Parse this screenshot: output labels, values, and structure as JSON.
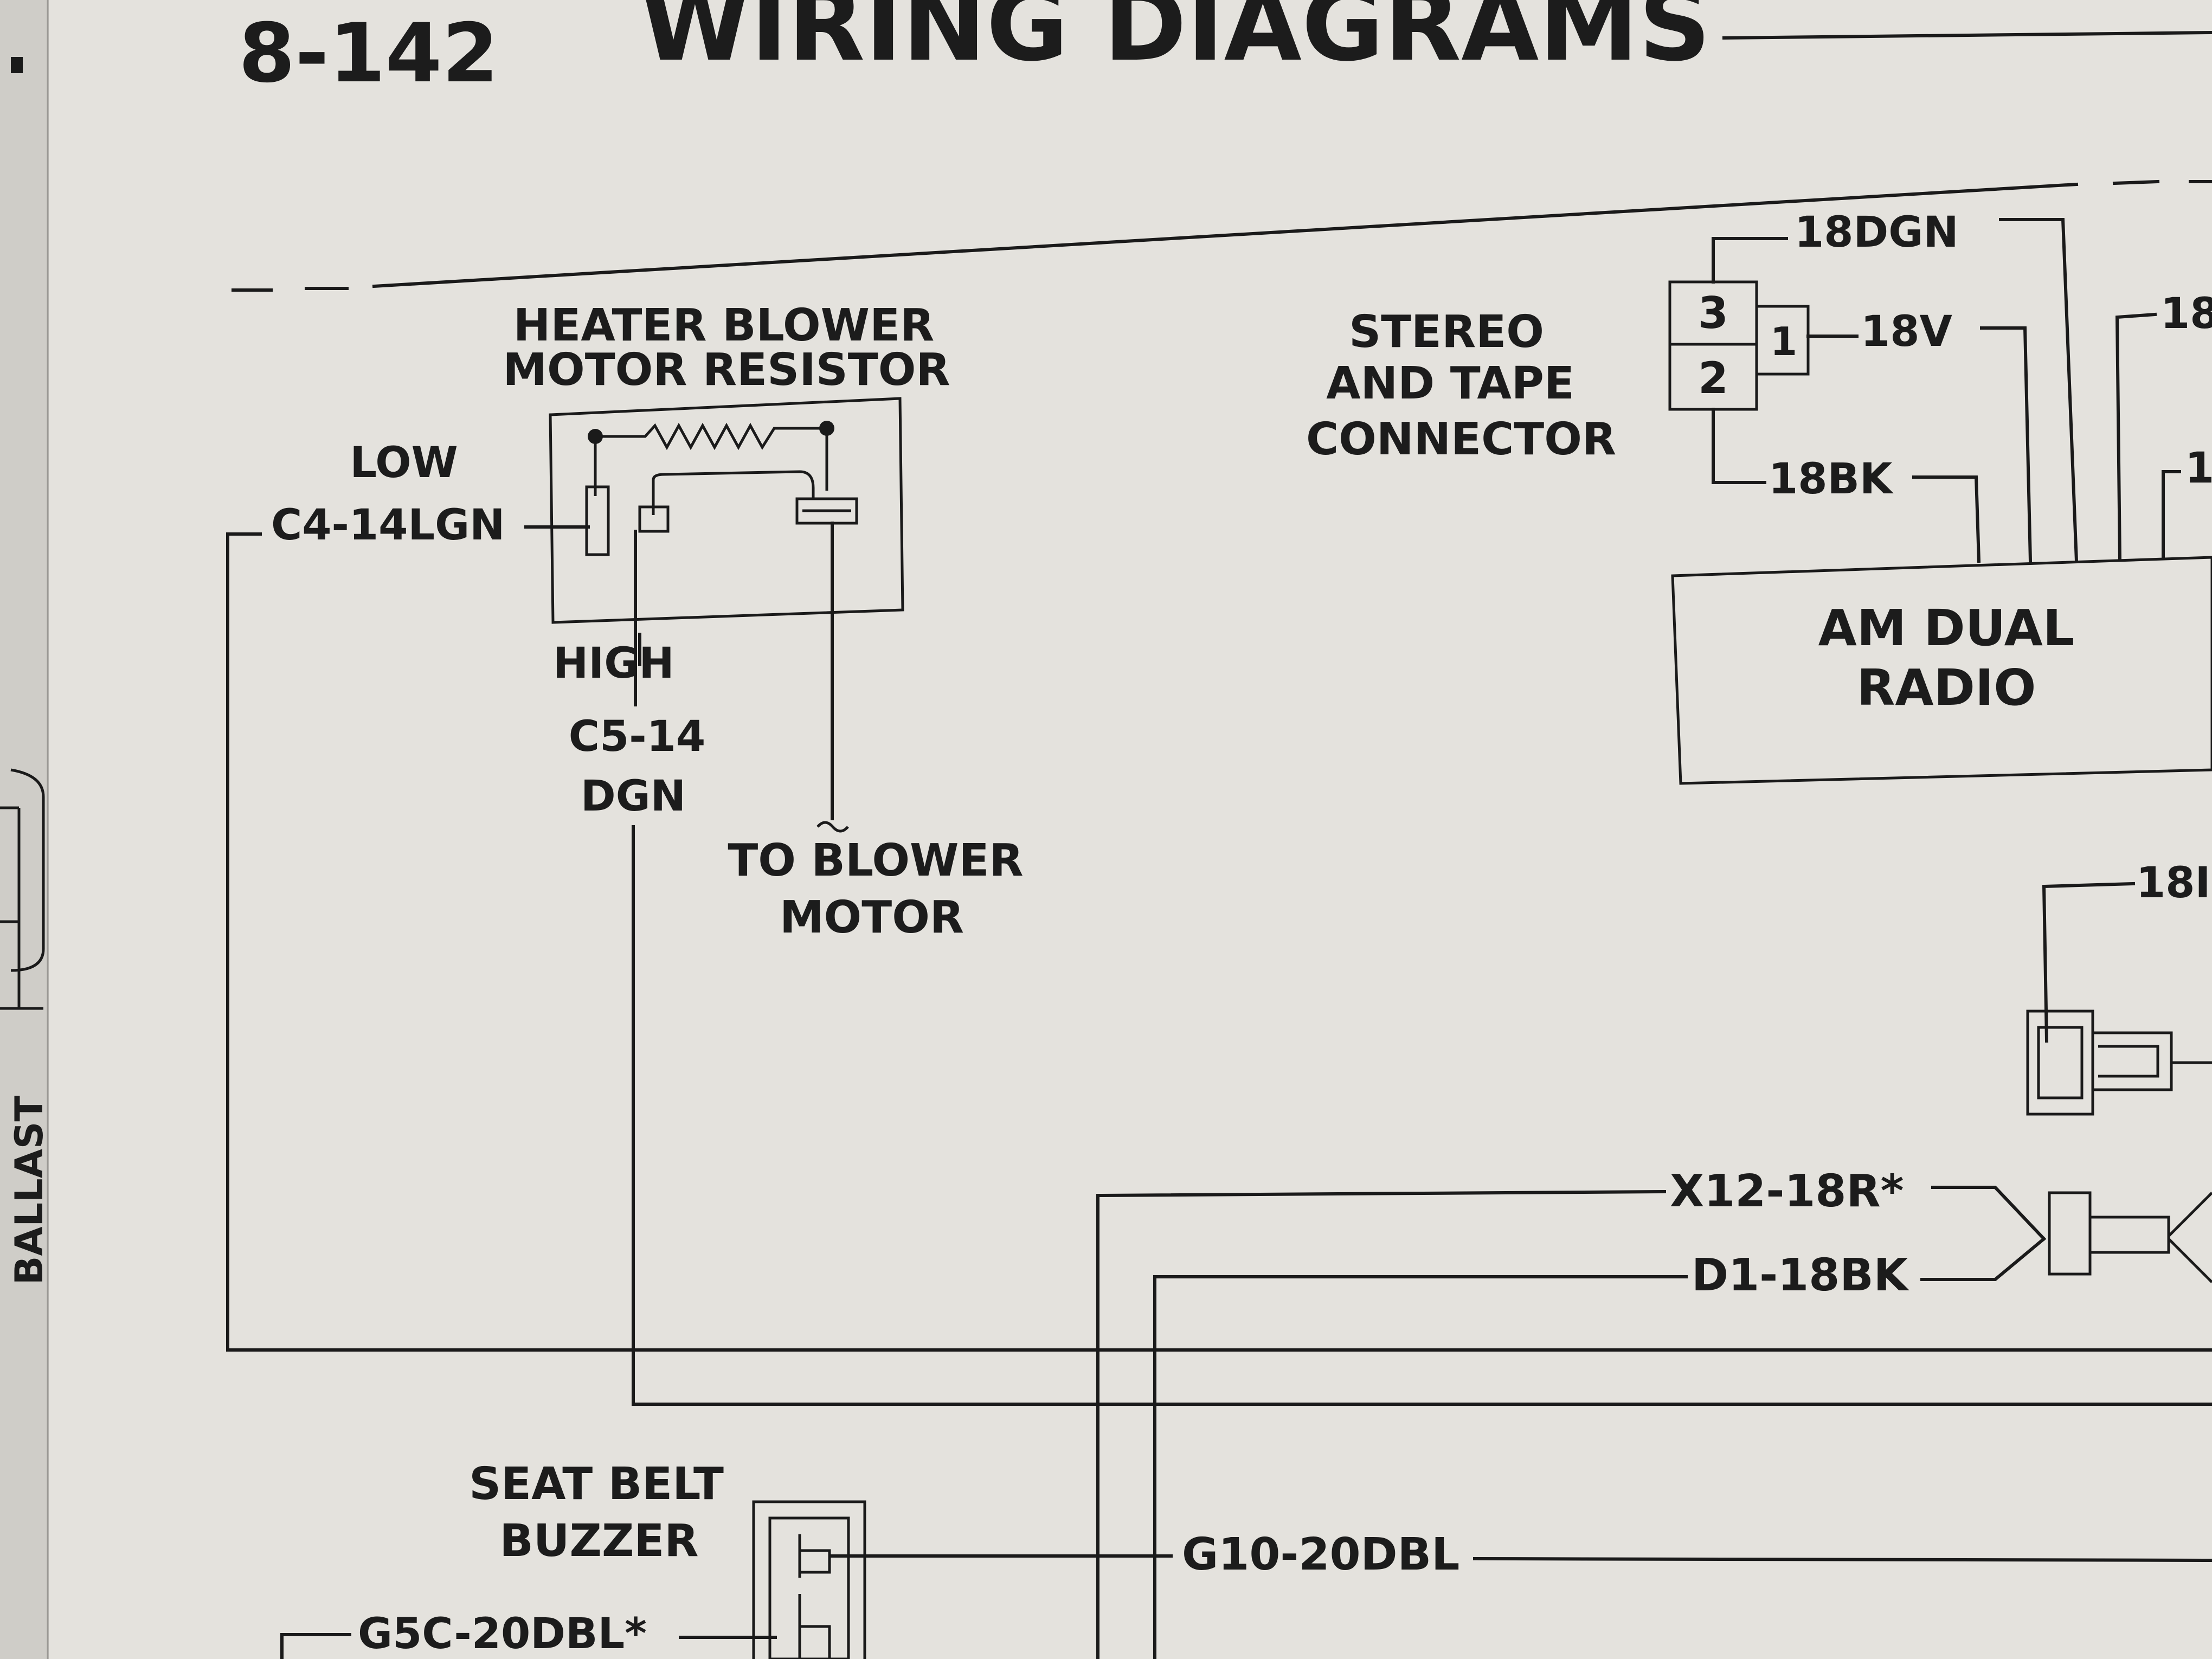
{
  "page": {
    "number": "8-142",
    "title": "WIRING DIAGRAMS"
  },
  "side_label": "BALLAST",
  "components": {
    "heater_resistor": {
      "title_line1": "HEATER BLOWER",
      "title_line2": "MOTOR RESISTOR"
    },
    "stereo_connector": {
      "line1": "STEREO",
      "line2": "AND TAPE",
      "line3": "CONNECTOR",
      "pin3": "3",
      "pin2": "2",
      "pin1": "1"
    },
    "radio": {
      "line1": "AM DUAL",
      "line2": "RADIO"
    },
    "seat_belt_buzzer": {
      "line1": "SEAT BELT",
      "line2": "BUZZER"
    }
  },
  "labels": {
    "low": "LOW",
    "high": "HIGH",
    "to_blower_line1": "TO BLOWER",
    "to_blower_line2": "MOTOR",
    "c5_line1": "C5-14",
    "c5_line2": "DGN"
  },
  "wires": {
    "c4": "C4-14LGN",
    "w18dgn": "18DGN",
    "w18v": "18V",
    "w18bk": "18BK",
    "x12": "X12-18R*",
    "d1": "D1-18BK",
    "g10": "G10-20DBL",
    "g5c": "G5C-20DBL*",
    "cut_right_top": "18",
    "cut_right_mid": "1",
    "cut_right_low": "18I"
  }
}
